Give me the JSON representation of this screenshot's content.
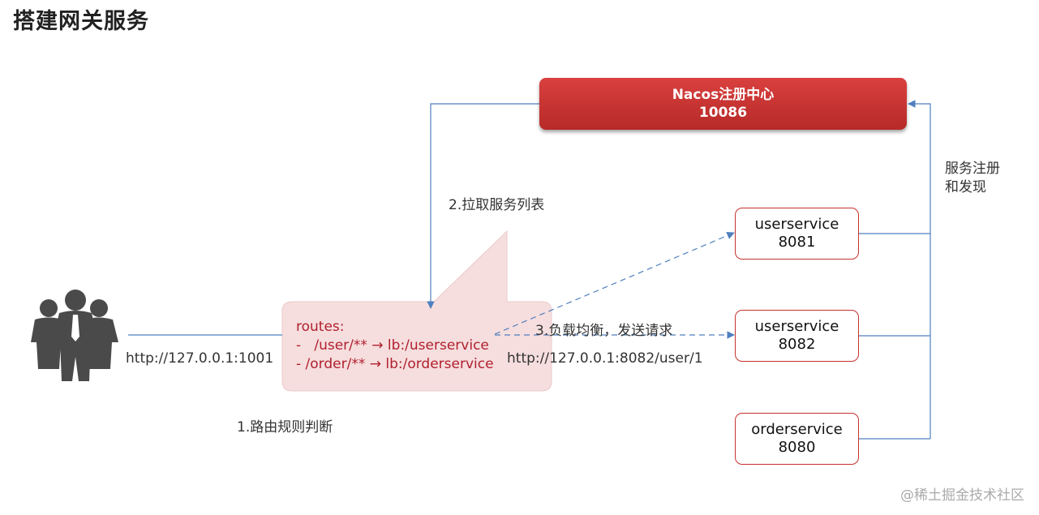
{
  "title": "搭建网关服务",
  "nacos": {
    "line1": "Nacos注册中心",
    "line2": "10086"
  },
  "services": [
    {
      "name": "userservice",
      "port": "8081"
    },
    {
      "name": "userservice",
      "port": "8082"
    },
    {
      "name": "orderservice",
      "port": "8080"
    }
  ],
  "gateway": {
    "routes_title": "routes:",
    "route1": "-   /user/** → lb:/userservice",
    "route2": "- /order/** → lb:/orderservice"
  },
  "labels": {
    "client_url": "http://127.0.0.1:1001",
    "step1": "1.路由规则判断",
    "step2": "2.拉取服务列表",
    "step3": "3.负载均衡，发送请求",
    "target_url": "http://127.0.0.1:8082/user/1",
    "register_line1": "服务注册",
    "register_line2": "和发现"
  },
  "colors": {
    "nacos_fill": "#c9302c",
    "service_border": "#c4332f",
    "callout_fill": "#f6dede",
    "route_text": "#b01f2e",
    "line_blue": "#4f7fbf",
    "user_icon": "#4a4a4a"
  },
  "watermark": "@稀土掘金技术社区"
}
